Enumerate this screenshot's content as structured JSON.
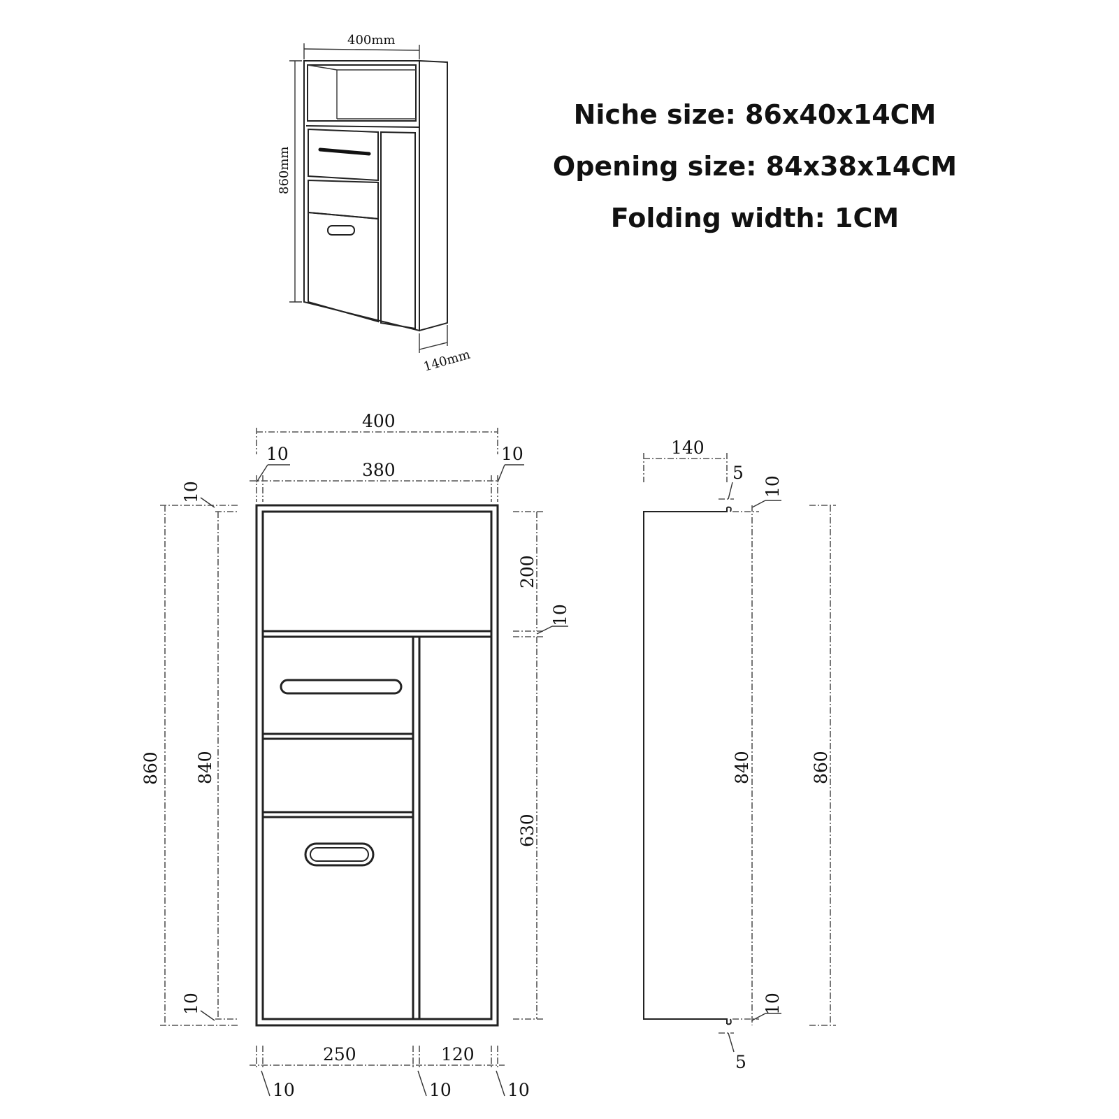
{
  "specs": {
    "niche": "Niche size: 86x40x14CM",
    "opening": "Opening size: 84x38x14CM",
    "folding": "Folding width: 1CM"
  },
  "iso": {
    "width_label": "400mm",
    "height_label": "860mm",
    "depth_label": "140mm"
  },
  "front": {
    "overall_width": "400",
    "inner_width": "380",
    "flange_left": "10",
    "flange_right": "10",
    "top_flange": "10",
    "bottom_flange": "10",
    "overall_height": "860",
    "inner_height": "840",
    "top_shelf_height": "200",
    "shelf_thickness": "10",
    "lower_height": "630",
    "left_width": "250",
    "right_width": "120",
    "bottom_left_gap": "10",
    "bottom_mid_gap": "10",
    "bottom_right_gap": "10"
  },
  "side": {
    "depth": "140",
    "fold_top": "5",
    "fold_bottom": "5",
    "top_flange": "10",
    "bottom_flange": "10",
    "inner_height": "840",
    "overall_height": "860"
  }
}
